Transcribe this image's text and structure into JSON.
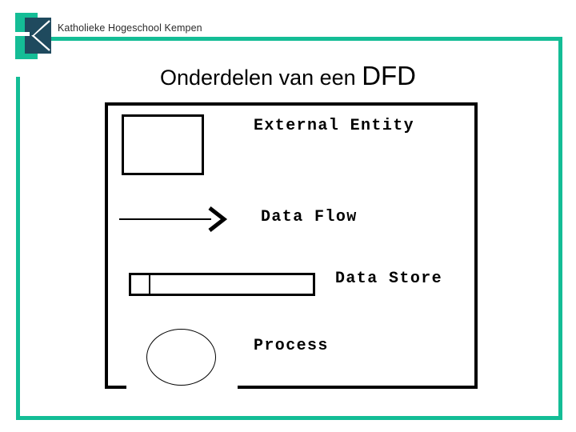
{
  "slide": {
    "header": {
      "institution": "Katholieke Hogeschool Kempen"
    },
    "title": {
      "main": "Onderdelen van een ",
      "emphasis": "DFD"
    },
    "diagram": {
      "name": "dfd-components-diagram",
      "symbols": [
        {
          "key": "external-entity",
          "label": "External Entity",
          "shape": "rectangle"
        },
        {
          "key": "data-flow",
          "label": "Data Flow",
          "shape": "arrow"
        },
        {
          "key": "data-store",
          "label": "Data Store",
          "shape": "open-rectangle-with-divider"
        },
        {
          "key": "process",
          "label": "Process",
          "shape": "circle"
        }
      ]
    },
    "colors": {
      "teal": "#14bd96",
      "navy": "#1f4a5e",
      "ink": "#000000"
    }
  }
}
